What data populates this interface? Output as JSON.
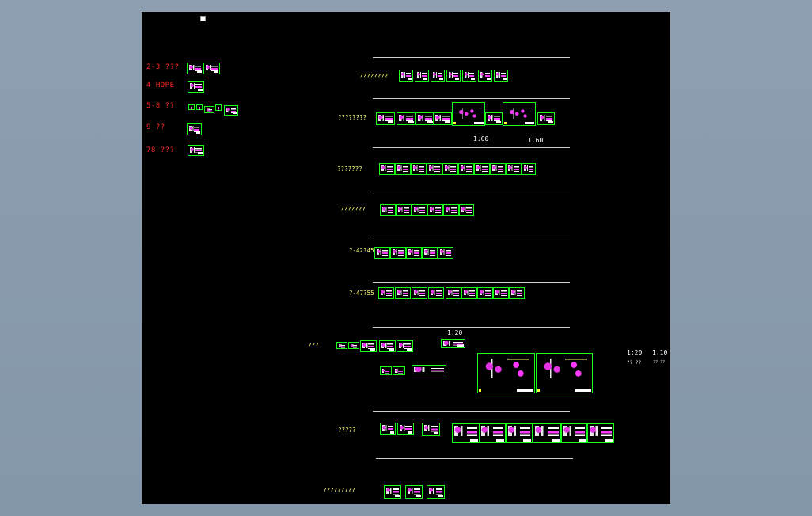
{
  "colors": {
    "background": "#8f9fb2",
    "canvas": "#000000",
    "frame_border": "#1aff1a",
    "label_red": "#ff2a2a",
    "label_yellow": "#ffff7a",
    "label_white": "#ffffff",
    "separator": "#cfcfcf"
  },
  "left_index": [
    {
      "label": "2-3  ???"
    },
    {
      "label": "4   HDPE"
    },
    {
      "label": "5-8  ??"
    },
    {
      "label": "9   ??"
    },
    {
      "label": "78  ???"
    }
  ],
  "sections": [
    {
      "label": "????????"
    },
    {
      "label": "????????"
    },
    {
      "label": "???????"
    },
    {
      "label": "???????"
    },
    {
      "label": "?-42?45"
    },
    {
      "label": "?-47?55"
    },
    {
      "label": "???"
    },
    {
      "label": "?????"
    },
    {
      "label": "?????????"
    }
  ],
  "scales": {
    "s1": "1:60",
    "s2": "1.60",
    "s3": "1:20",
    "s4": "1:20",
    "s5": "1.10"
  },
  "side_notes": {
    "n1": "?? ??",
    "n2": "?? ??"
  }
}
